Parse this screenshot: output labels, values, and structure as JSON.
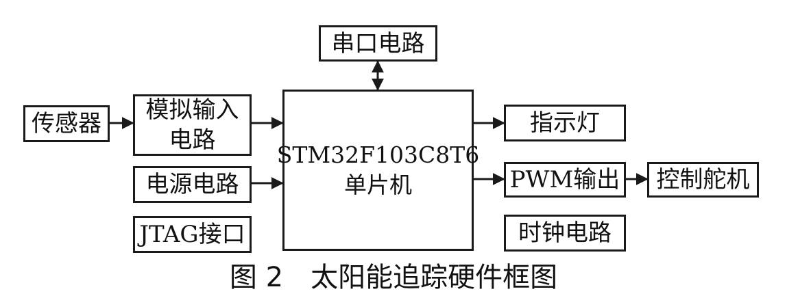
{
  "boxes": {
    "sensor": "传感器",
    "analog_input": "模拟输入\n电路",
    "power": "电源电路",
    "jtag": "JTAG接口",
    "serial": "串口电路",
    "mcu": "STM32F103C8T6\n单片机",
    "indicator": "指示灯",
    "pwm": "PWM输出",
    "servo": "控制舵机",
    "clock": "时钟电路"
  },
  "caption": "图 2　太阳能追踪硬件框图"
}
